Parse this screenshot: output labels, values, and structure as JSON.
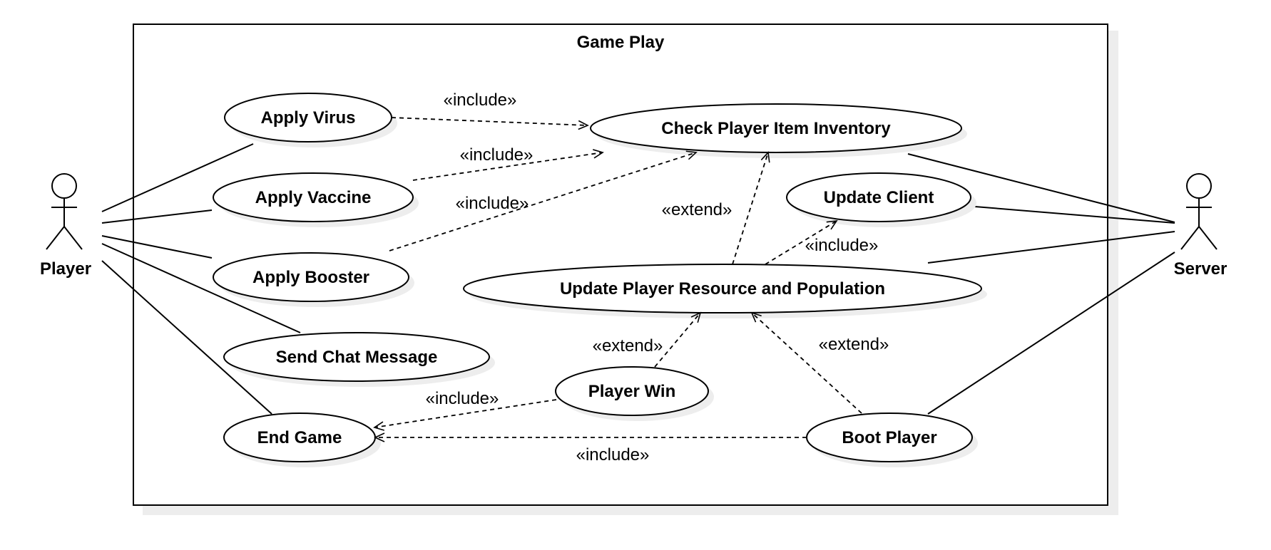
{
  "system": {
    "title": "Game Play"
  },
  "actors": {
    "player": "Player",
    "server": "Server"
  },
  "use_cases": {
    "apply_virus": "Apply Virus",
    "apply_vaccine": "Apply Vaccine",
    "apply_booster": "Apply Booster",
    "send_chat_message": "Send Chat Message",
    "end_game": "End Game",
    "check_player_item_inventory": "Check Player Item Inventory",
    "update_client": "Update Client",
    "update_player_resource_and_population": "Update Player Resource and Population",
    "player_win": "Player Win",
    "boot_player": "Boot Player"
  },
  "stereotypes": {
    "include": "«include»",
    "extend": "«extend»"
  }
}
